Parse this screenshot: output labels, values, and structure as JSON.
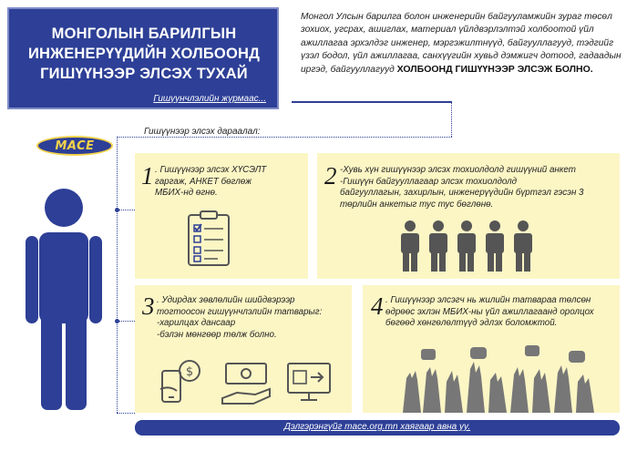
{
  "header": {
    "title_line1": "МОНГОЛЫН БАРИЛГЫН",
    "title_line2": "ИНЖЕНЕРҮҮДИЙН ХОЛБООНД",
    "title_line3": "ГИШҮҮНЭЭР ЭЛСЭХ ТУХАЙ",
    "subtitle": "Гишүүнчлэлийн журмаас..."
  },
  "intro": {
    "text": "Монгол Улсын барилга болон инженерийн байгууламжийн зураг төсөл зохиох, угсрах, ашиглах, материал үйлдвэрлэлтэй холбоотой үйл ажиллагаа эрхэлдэг инженер, мэргэжилтнүүд, байгууллагууд, тэдгийг үзэл бодол, үйл ажиллагаа, санхүүгийн хувьд дэмжигч дотоод, гадаадын иргэд, байгууллагууд",
    "emphasis": "ХОЛБООНД ГИШҮҮНЭЭР ЭЛСЭЖ БОЛНО."
  },
  "logo": {
    "text": "MACE"
  },
  "sequence_label": "Гишүүнээр элсэх дараалал:",
  "steps": [
    {
      "number": "1",
      "lines": [
        ". Гишүүнээр элсэх ХҮСЭЛТ",
        "гаргаж, АНКЕТ бөглөж",
        "МБИХ-нд өгнө."
      ],
      "icon": "checklist-icon"
    },
    {
      "number": "2",
      "lines": [
        "-Хувь хүн гишүүнээр элсэх тохиолдолд гишүүний анкет",
        "-Гишүүн байгууллагаар элсэх тохиолдолд",
        "байгууллагын, захирлын, инженерүүдийн бүртгэл гэсэн 3",
        "төрлийн анкетыг тус тус бөглөнө."
      ],
      "icon": "people-group-icon"
    },
    {
      "number": "3",
      "lines": [
        ". Удирдах зөвлөлийн шийдвэрээр",
        "тогтоосон гишүүнчлэлийн татварыг:",
        "-харилцах дансаар",
        "-бэлэн мөнгөөр төлж болно."
      ],
      "icon": "payment-icons"
    },
    {
      "number": "4",
      "lines": [
        ". Гишүүнээр элсэгч нь жилийн татвараа төлсөн",
        "өдрөөс эхлэн МБИХ-ны үйл ажиллагаанд оролцох",
        "бөгөөд хөнгөлөлтүүд эдлэх боломжтой."
      ],
      "icon": "raised-hands-icon"
    }
  ],
  "footer": {
    "text": "Дэлгэрэнгүйг mace.org.mn хаягаар авна уу."
  },
  "colors": {
    "primary": "#2d3f96",
    "card": "#fcf6c5",
    "logo_accent": "#f4d24a",
    "person": "#2d3f96",
    "icon": "#555555"
  }
}
